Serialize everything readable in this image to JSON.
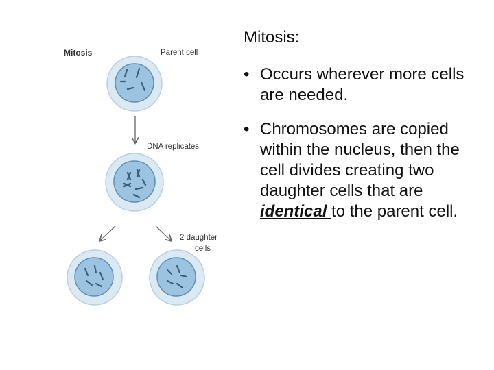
{
  "diagram": {
    "title": "Mitosis",
    "parent_label": "Parent cell",
    "replicate_label": "DNA replicates",
    "daughter_label_line1": "2 daughter",
    "daughter_label_line2": "cells",
    "colors": {
      "halo": "#dbe9f3",
      "halo_edge": "#b7cfe0",
      "nucleus": "#9cc4e0",
      "nucleus_edge": "#5f8fb4",
      "chromosome": "#3a5f7d",
      "arrow": "#666666"
    }
  },
  "text": {
    "title": "Mitosis:",
    "bullet1": "Occurs wherever more cells are needed.",
    "bullet2_before": "Chromosomes are copied within the nucleus, then the cell divides creating two daughter cells that are ",
    "bullet2_emphasis": "identical ",
    "bullet2_after": "to the parent cell."
  }
}
